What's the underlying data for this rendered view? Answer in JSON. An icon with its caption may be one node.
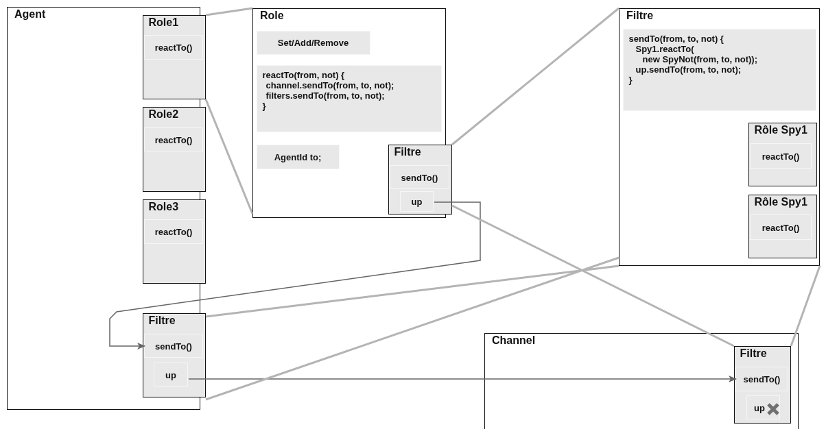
{
  "diagram": {
    "nodes": [
      {
        "text": [
          "Agent"
        ]
      },
      {
        "text": [
          "Role1"
        ],
        "in": 0
      },
      {
        "text": [
          "reactTo()"
        ],
        "in": 1
      },
      {
        "text": [
          "Role2"
        ],
        "in": 0
      },
      {
        "text": [
          "reactTo()"
        ],
        "in": 3
      },
      {
        "text": [
          "Role3"
        ],
        "in": 0
      },
      {
        "text": [
          "reactTo()"
        ],
        "in": 5
      },
      {
        "text": [
          "Filtre"
        ],
        "in": 0
      },
      {
        "text": [
          "sendTo()"
        ],
        "in": 7
      },
      {
        "text": [
          "up"
        ],
        "in": 7
      },
      {
        "text": [
          "Role"
        ]
      },
      {
        "text": [
          "Set/Add/Remove"
        ],
        "in": 10
      },
      {
        "text": [
          "reactTo(from, not) {",
          "channel.sendTo(from, to, not);",
          "filters.sendTo(from, to, not);",
          "}"
        ],
        "in": 10
      },
      {
        "text": [
          "AgentId to;"
        ],
        "in": 10
      },
      {
        "text": [
          "Filtre"
        ],
        "in": 10
      },
      {
        "text": [
          "sendTo()"
        ],
        "in": 14
      },
      {
        "text": [
          "up"
        ],
        "in": 14
      },
      {
        "text": [
          "Filtre"
        ]
      },
      {
        "text": [
          "sendTo(from, to, not) {",
          "Spy1.reactTo(",
          "new SpyNot(from, to, not));",
          "up.sendTo(from, to, not);",
          "}"
        ],
        "in": 17
      },
      {
        "text": [
          "Rôle Spy1"
        ],
        "in": 17
      },
      {
        "text": [
          "reactTo()"
        ],
        "in": 19
      },
      {
        "text": [
          "Rôle Spy1"
        ],
        "in": 17
      },
      {
        "text": [
          "reactTo()"
        ],
        "in": 21
      },
      {
        "text": [
          "Channel"
        ]
      },
      {
        "text": [
          "Filtre"
        ],
        "in": 23
      },
      {
        "text": [
          "sendTo()"
        ],
        "in": 24
      },
      {
        "text": [
          "up"
        ],
        "in": 24
      }
    ],
    "edges": [
      {
        "from": 16,
        "to": 8,
        "arrow": "to",
        "color": "#666666"
      },
      {
        "from": 9,
        "to": 25,
        "arrow": "to",
        "color": "#666666"
      },
      {
        "from": 1,
        "to": 10,
        "arrow": "none"
      },
      {
        "from": 7,
        "to": 17,
        "arrow": "none"
      },
      {
        "from": 14,
        "to": 17,
        "arrow": "none"
      },
      {
        "from": 14,
        "to": 24,
        "arrow": "none"
      },
      {
        "from": 17,
        "to": 24,
        "arrow": "none"
      }
    ]
  }
}
